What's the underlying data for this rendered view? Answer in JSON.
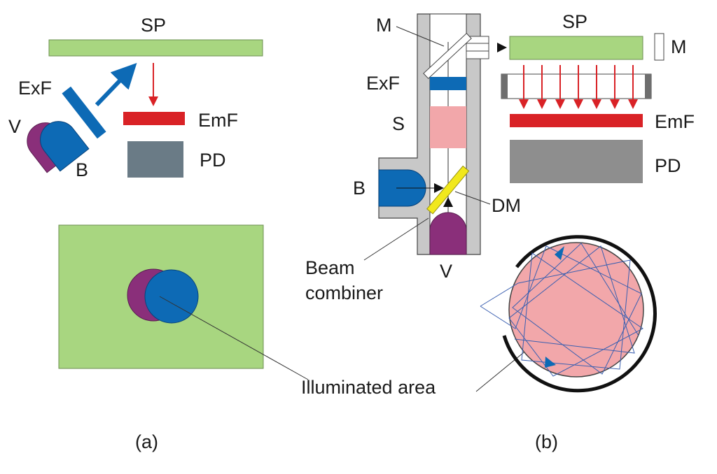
{
  "panel_a": {
    "labels": {
      "sp": "SP",
      "exf": "ExF",
      "v": "V",
      "emf": "EmF",
      "pd": "PD",
      "b": "B"
    },
    "caption": "(a)"
  },
  "panel_b": {
    "labels": {
      "m_left": "M",
      "sp": "SP",
      "m_right": "M",
      "exf": "ExF",
      "s": "S",
      "emf": "EmF",
      "pd": "PD",
      "b": "B",
      "dm": "DM",
      "beam": "Beam",
      "combiner": "combiner",
      "v": "V"
    },
    "caption": "(b)"
  },
  "shared": {
    "illuminated_area": "Illuminated area"
  },
  "colors": {
    "green": "#a8d680",
    "blue": "#0d6ab5",
    "purple": "#8a2f7a",
    "red": "#d92226",
    "gray_dark": "#6a7b86",
    "gray": "#8e8e8e",
    "light_gray": "#c8c8c8",
    "pink": "#f2a7aa",
    "yellow": "#f1e81c"
  }
}
